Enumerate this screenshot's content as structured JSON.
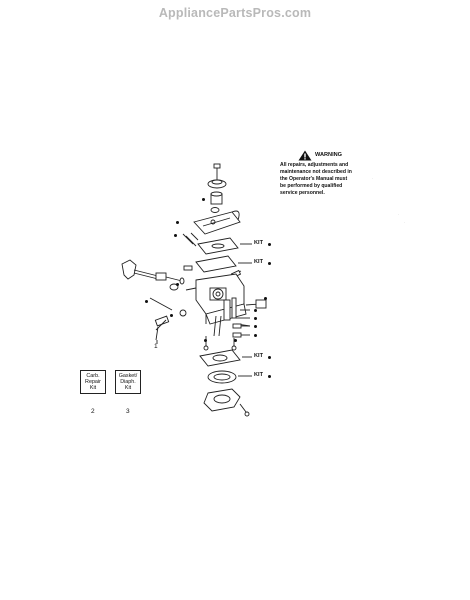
{
  "site": {
    "watermark": "AppliancePartsPros.com"
  },
  "warning": {
    "title": "WARNING",
    "lines": [
      "All repairs, adjustments and",
      "maintenance not described in",
      "the Operator's Manual must",
      "be performed by qualified",
      "service personnel."
    ]
  },
  "kits": [
    {
      "label_lines": [
        "Carb.",
        "Repair",
        "Kit"
      ],
      "number": "2"
    },
    {
      "label_lines": [
        "Gasket/",
        "Diaph.",
        "Kit"
      ],
      "number": "3"
    }
  ],
  "callouts": {
    "kit_a": "KIT",
    "kit_b": "KIT",
    "kit_c": "KIT",
    "kit_d": "KIT",
    "part_1": "1"
  },
  "colors": {
    "line": "#222222",
    "watermark": "#b9b9b9"
  }
}
